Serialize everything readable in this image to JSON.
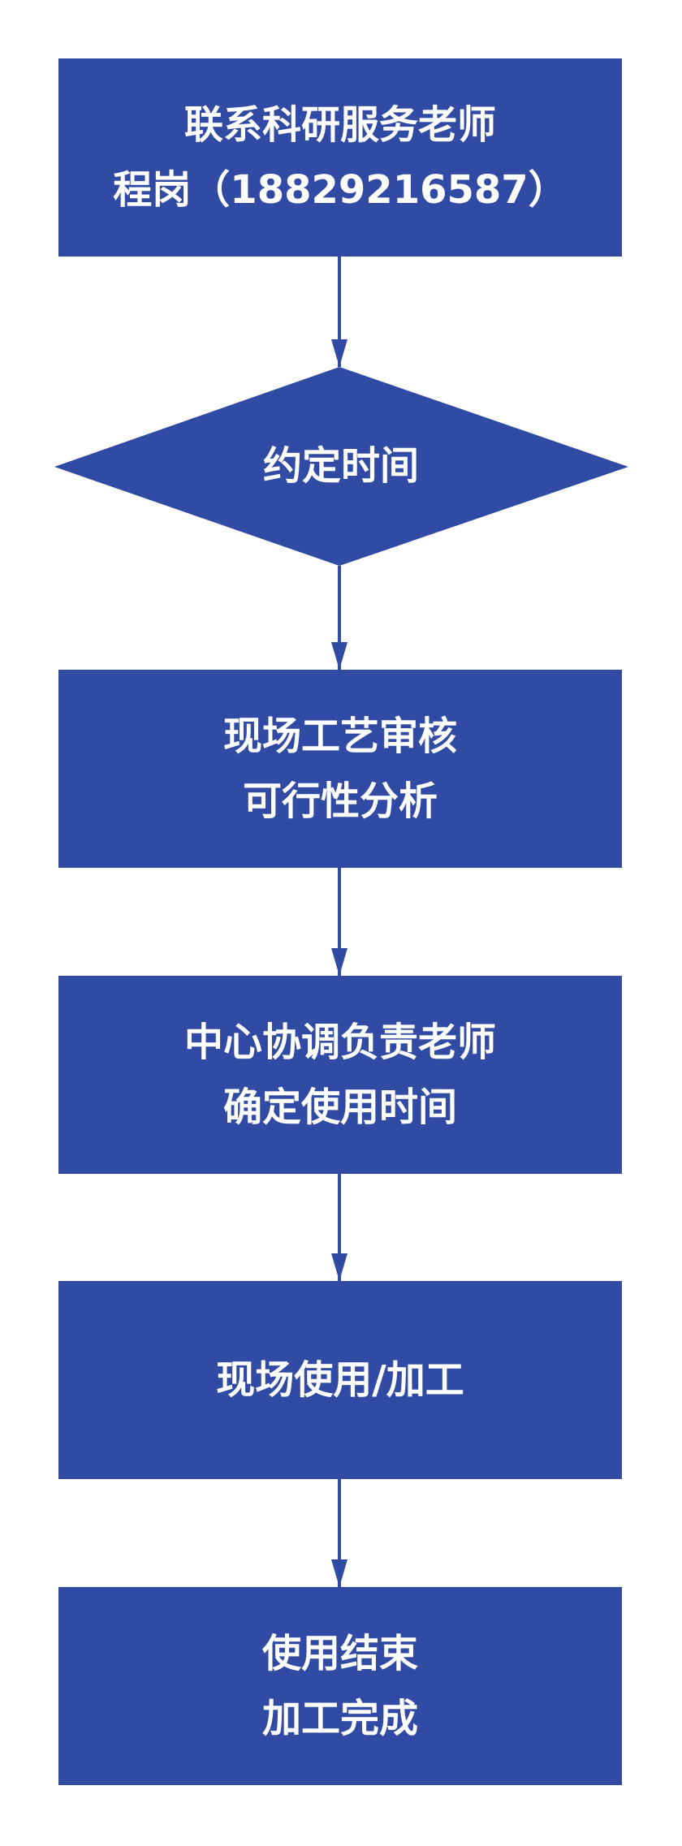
{
  "colors": {
    "node_fill": "#314ba4",
    "text": "#ffffff",
    "arrow": "#314ba4"
  },
  "steps": [
    {
      "lines": [
        "联系科研服务老师",
        "程岗（18829216587）"
      ]
    },
    {
      "lines": [
        "约定时间"
      ]
    },
    {
      "lines": [
        "现场工艺审核",
        "可行性分析"
      ]
    },
    {
      "lines": [
        "中心协调负责老师",
        "确定使用时间"
      ]
    },
    {
      "lines": [
        "现场使用/加工"
      ]
    },
    {
      "lines": [
        "使用结束",
        "加工完成"
      ]
    }
  ]
}
